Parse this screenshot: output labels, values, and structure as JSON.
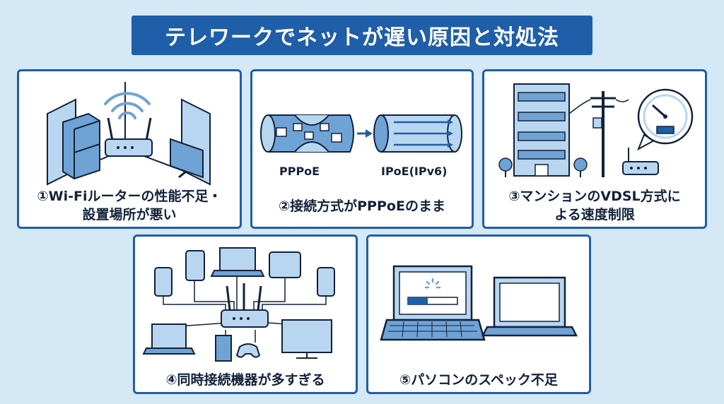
{
  "title": "テレワークでネットが遅い原因と対処法",
  "cards": [
    {
      "caption_line1": "①Wi-Fiルーターの性能不足・",
      "caption_line2": "設置場所が悪い"
    },
    {
      "caption_line1": "②接続方式がPPPoEのまま",
      "label_left": "PPPoE",
      "label_right": "IPoE(IPv6)"
    },
    {
      "caption_line1": "③マンションのVDSL方式に",
      "caption_line2": "よる速度制限"
    },
    {
      "caption_line1": "④同時接続機器が多すぎる"
    },
    {
      "caption_line1": "⑤パソコンのスペック不足"
    }
  ],
  "colors": {
    "accent": "#1f5ea8",
    "light": "#b8d6f0",
    "line": "#13213a",
    "background": "#d5e8f6"
  }
}
